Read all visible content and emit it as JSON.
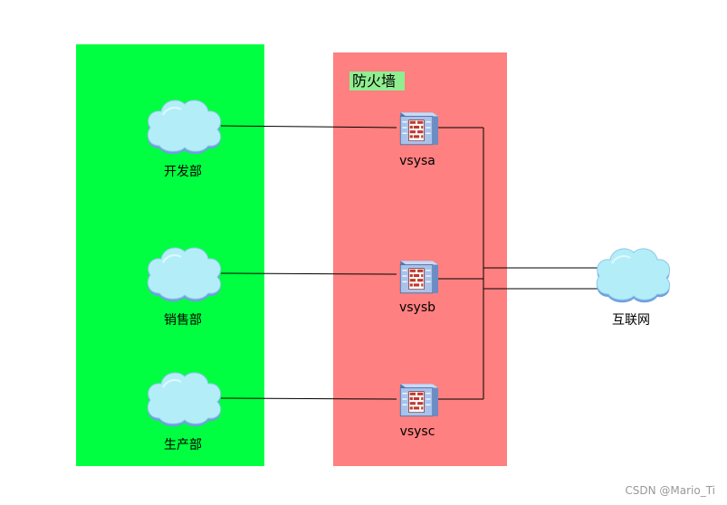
{
  "colors": {
    "departments_zone": "#00ff40",
    "firewall_zone": "#ff8080",
    "firewall_label_bg": "#90ee90",
    "cloud_fill": "#b3eef8",
    "cloud_shade": "#6fa0e0",
    "link": "#000000"
  },
  "firewall_zone": {
    "title": "防火墙"
  },
  "departments": [
    {
      "id": "dev",
      "label": "开发部",
      "icon": "cloud-icon"
    },
    {
      "id": "sales",
      "label": "销售部",
      "icon": "cloud-icon"
    },
    {
      "id": "production",
      "label": "生产部",
      "icon": "cloud-icon"
    }
  ],
  "firewalls": [
    {
      "id": "vsysa",
      "label": "vsysa",
      "icon": "firewall-icon"
    },
    {
      "id": "vsysb",
      "label": "vsysb",
      "icon": "firewall-icon"
    },
    {
      "id": "vsysc",
      "label": "vsysc",
      "icon": "firewall-icon"
    }
  ],
  "internet": {
    "label": "互联网",
    "icon": "cloud-icon"
  },
  "watermark": "CSDN @Mario_Ti"
}
